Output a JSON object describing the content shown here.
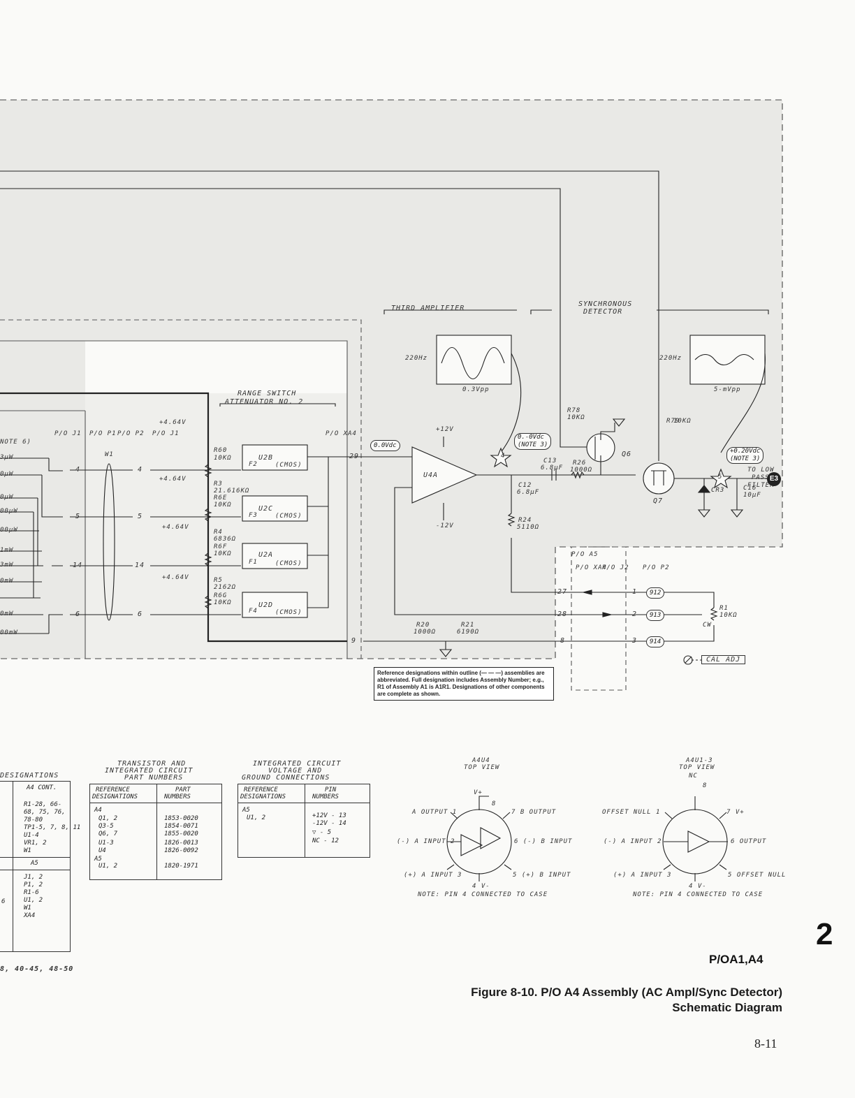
{
  "sections": {
    "third_amplifier": "THIRD AMPLIFIER",
    "sync_detector_1": "SYNCHRONOUS",
    "sync_detector_2": "DETECTOR",
    "range_switch_1": "RANGE SWITCH",
    "range_switch_2": "ATTENUATOR NO. 2"
  },
  "scopes": [
    {
      "freq": "220Hz",
      "ampl": "0.3Vpp"
    },
    {
      "freq": "220Hz",
      "ampl": "5-mVpp"
    }
  ],
  "connectors": {
    "po_j1": "P/O J1",
    "po_p1": "P/O P1",
    "po_p2": "P/O P2",
    "w1": "W1",
    "po_j1b": "P/O J1",
    "po_xa4": "P/O XA4",
    "po_a5": "P/O A5",
    "po_xa4b": "P/O XA4",
    "po_j2": "P/O J2",
    "po_p2b": "P/O P2"
  },
  "pins": [
    "4",
    "5",
    "14",
    "6"
  ],
  "pins_out": [
    "4",
    "5",
    "14",
    "6"
  ],
  "left_labels": [
    "NOTE 6)",
    "3μW",
    "0μW",
    "0μW",
    "00μW",
    "00μW",
    "1mW",
    "3mW",
    "0mW",
    "0mW",
    "00mW"
  ],
  "components": {
    "v1": "+4.64V",
    "v2": "+4.64V",
    "v3": "+4.64V",
    "v4": "+4.64V",
    "r60": "R60",
    "r60v": "10KΩ",
    "r3": "R3",
    "r3v": "21.616KΩ",
    "r6e": "R6E",
    "r6ev": "10KΩ",
    "r4": "R4",
    "r4v": "6836Ω",
    "r6f": "R6F",
    "r6fv": "10KΩ",
    "r5": "R5",
    "r5v": "2162Ω",
    "r6g": "R6G",
    "r6gv": "10KΩ",
    "u2b": "U2B",
    "u2c": "U2C",
    "u2a": "U2A",
    "u2d": "U2D",
    "cmos": "(CMOS)",
    "f2": "F2",
    "f3": "F3",
    "f1": "F1",
    "f4": "F4",
    "pin29": "29",
    "pin9": "9",
    "u4a": "U4A",
    "p12v": "+12V",
    "m12v": "-12V",
    "r78": "R78",
    "r78v": "10KΩ",
    "r79": "R79",
    "r79v": "10KΩ",
    "q6": "Q6",
    "q7": "Q7",
    "c13": "C13",
    "c13v": "6.8μF",
    "r26": "R26",
    "r26v": "1000Ω",
    "c12": "C12",
    "c12v": "6.8μF",
    "r24": "R24",
    "r24v": "5110Ω",
    "cr3": "CR3",
    "c16": "C16",
    "c16v": "10μF",
    "r20": "R20",
    "r20v": "1000Ω",
    "r21": "R21",
    "r21v": "6190Ω",
    "r1": "R1",
    "r1v": "10KΩ",
    "cw": "CW",
    "to_lpf_1": "TO LOW",
    "to_lpf_2": "PASS",
    "to_lpf_3": "FILTER",
    "e3": "E3",
    "tp4": "4",
    "tp5": "5",
    "pin27": "27",
    "pin28": "28",
    "pin8": "8",
    "p1": "1",
    "p2": "2",
    "p3": "3",
    "n912": "912",
    "n913": "913",
    "n914": "914",
    "cal_adj": "CAL ADJ"
  },
  "bubbles": {
    "b1": "0.0Vdc",
    "b2a": "0.-0Vdc",
    "b2b": "(NOTE 3)",
    "b3a": "+0.20Vdc",
    "b3b": "(NOTE 3)"
  },
  "note": "Reference designations within outline (— — —) assemblies are abbreviated. Full designation includes Assembly Number; e.g., R1 of Assembly A1 is A1R1. Designations of other components are complete as shown.",
  "ref_table": {
    "title": "DESIGNATIONS",
    "a4": "A4 CONT.",
    "a4_rows": [
      "R1-28, 66-",
      "68, 75, 76,",
      "78-80",
      "TP1-5, 7, 8, 11",
      "U1-4",
      "VR1, 2",
      "W1"
    ],
    "a5": "A5",
    "a5_rows": [
      "J1, 2",
      "P1, 2",
      "R1-6",
      "U1, 2",
      "W1",
      "XA4"
    ],
    "left_digit": "6",
    "footer": "8, 40-45, 48-50"
  },
  "part_table": {
    "title_1": "TRANSISTOR AND",
    "title_2": "INTEGRATED CIRCUIT",
    "title_3": "PART NUMBERS",
    "h1a": "REFERENCE",
    "h1b": "DESIGNATIONS",
    "h2a": "PART",
    "h2b": "NUMBERS",
    "ref": [
      "A4",
      "Q1, 2",
      "Q3-5",
      "Q6, 7",
      "U1-3",
      "U4",
      "A5",
      "U1, 2"
    ],
    "num": [
      "",
      "1853-0020",
      "1854-0071",
      "1855-0020",
      "1826-0013",
      "1826-0092",
      "",
      "1820-1971"
    ]
  },
  "ground_table": {
    "title_1": "INTEGRATED CIRCUIT",
    "title_2": "VOLTAGE AND",
    "title_3": "GROUND CONNECTIONS",
    "h1a": "REFERENCE",
    "h1b": "DESIGNATIONS",
    "h2a": "PIN",
    "h2b": "NUMBERS",
    "ref": [
      "A5",
      "U1, 2"
    ],
    "num": [
      "+12V - 13",
      "-12V - 14",
      "- 5",
      "NC - 12"
    ]
  },
  "ic1": {
    "title_1": "A4U4",
    "title_2": "TOP VIEW",
    "vplus": "V+",
    "pin8": "8",
    "a_out": "A OUTPUT 1",
    "b_out": "7 B OUTPUT",
    "a_in_n": "(-) A INPUT 2",
    "b_in_n": "6 (-) B INPUT",
    "a_in_p": "(+) A INPUT 3",
    "b_in_p": "5 (+) B INPUT",
    "vminus": "4 V-",
    "note": "NOTE: PIN 4 CONNECTED TO CASE"
  },
  "ic2": {
    "title_1": "A4U1-3",
    "title_2": "TOP VIEW",
    "nc": "NC",
    "pin8": "8",
    "offset1": "OFFSET NULL 1",
    "vplus": "7 V+",
    "in_n": "(-) A INPUT 2",
    "out": "6 OUTPUT",
    "in_p": "(+) A INPUT 3",
    "offset2": "5 OFFSET NULL",
    "vminus": "4 V-",
    "note": "NOTE: PIN 4 CONNECTED TO CASE"
  },
  "service_sheet": "2",
  "assembly": "P/OA1,A4",
  "caption_1": "Figure 8-10.  P/O A4 Assembly (AC Ampl/Sync Detector)",
  "caption_2": "Schematic Diagram",
  "page_number": "8-11"
}
